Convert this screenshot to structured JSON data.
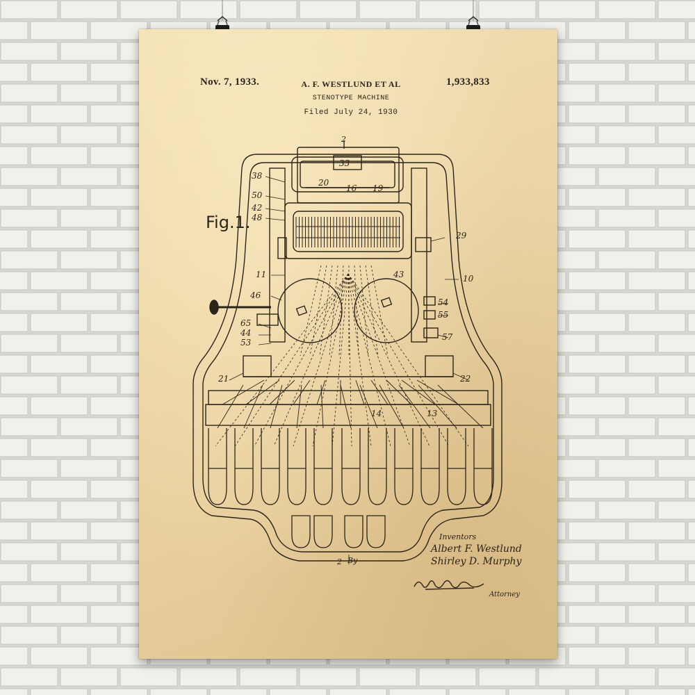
{
  "patent": {
    "date": "Nov. 7, 1933.",
    "inventor_header": "A. F. WESTLUND ET AL",
    "number": "1,933,833",
    "title": "STENOTYPE MACHINE",
    "filed": "Filed July 24, 1930"
  },
  "figure": {
    "label": "Fig.1.",
    "ref_numerals": [
      "2",
      "33",
      "38",
      "20",
      "16",
      "19",
      "50",
      "42",
      "48",
      "29",
      "11",
      "43",
      "10",
      "46",
      "54",
      "55",
      "65",
      "44",
      "53",
      "57",
      "21",
      "22",
      "14",
      "13",
      "2"
    ]
  },
  "signature_block": {
    "inventors_label": "Inventors",
    "inventor_1": "Albert F. Westlund",
    "inventor_2": "Shirley D. Murphy",
    "by_label": "By",
    "attorney_label": "Attorney"
  },
  "colors": {
    "paper": "#ecd5a6",
    "ink": "#2b2418",
    "wall": "#ebebe7"
  }
}
